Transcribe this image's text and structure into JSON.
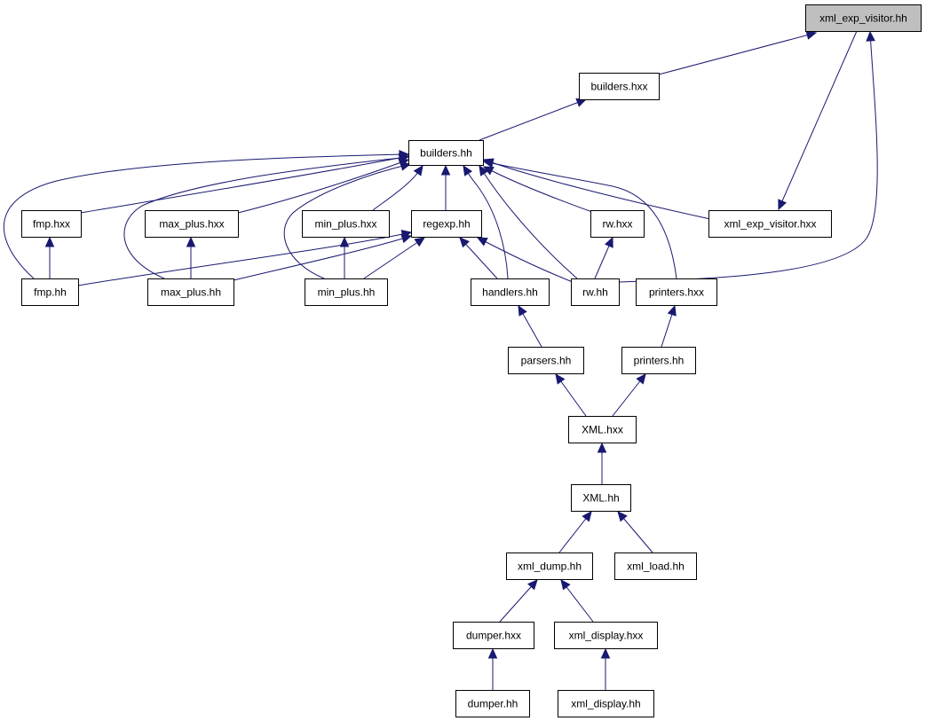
{
  "diagram": {
    "nodes": [
      {
        "id": "xml_exp_visitor_hh",
        "label": "xml_exp_visitor.hh",
        "root": true
      },
      {
        "id": "builders_hxx",
        "label": "builders.hxx"
      },
      {
        "id": "builders_hh",
        "label": "builders.hh"
      },
      {
        "id": "fmp_hxx",
        "label": "fmp.hxx"
      },
      {
        "id": "max_plus_hxx",
        "label": "max_plus.hxx"
      },
      {
        "id": "min_plus_hxx",
        "label": "min_plus.hxx"
      },
      {
        "id": "regexp_hh",
        "label": "regexp.hh"
      },
      {
        "id": "rw_hxx",
        "label": "rw.hxx"
      },
      {
        "id": "xml_exp_visitor_hxx",
        "label": "xml_exp_visitor.hxx"
      },
      {
        "id": "fmp_hh",
        "label": "fmp.hh"
      },
      {
        "id": "max_plus_hh",
        "label": "max_plus.hh"
      },
      {
        "id": "min_plus_hh",
        "label": "min_plus.hh"
      },
      {
        "id": "handlers_hh",
        "label": "handlers.hh"
      },
      {
        "id": "rw_hh",
        "label": "rw.hh"
      },
      {
        "id": "printers_hxx",
        "label": "printers.hxx"
      },
      {
        "id": "parsers_hh",
        "label": "parsers.hh"
      },
      {
        "id": "printers_hh",
        "label": "printers.hh"
      },
      {
        "id": "XML_hxx",
        "label": "XML.hxx"
      },
      {
        "id": "XML_hh",
        "label": "XML.hh"
      },
      {
        "id": "xml_dump_hh",
        "label": "xml_dump.hh"
      },
      {
        "id": "xml_load_hh",
        "label": "xml_load.hh"
      },
      {
        "id": "dumper_hxx",
        "label": "dumper.hxx"
      },
      {
        "id": "xml_display_hxx",
        "label": "xml_display.hxx"
      },
      {
        "id": "dumper_hh",
        "label": "dumper.hh"
      },
      {
        "id": "xml_display_hh",
        "label": "xml_display.hh"
      }
    ],
    "edges": [
      {
        "from": "builders_hxx",
        "to": "xml_exp_visitor_hh"
      },
      {
        "from": "xml_exp_visitor_hh",
        "to": "xml_exp_visitor_hxx"
      },
      {
        "from": "rw_hh",
        "to": "xml_exp_visitor_hh"
      },
      {
        "from": "builders_hh",
        "to": "builders_hxx"
      },
      {
        "from": "fmp_hxx",
        "to": "builders_hh"
      },
      {
        "from": "max_plus_hxx",
        "to": "builders_hh"
      },
      {
        "from": "min_plus_hxx",
        "to": "builders_hh"
      },
      {
        "from": "regexp_hh",
        "to": "builders_hh"
      },
      {
        "from": "rw_hxx",
        "to": "builders_hh"
      },
      {
        "from": "xml_exp_visitor_hxx",
        "to": "builders_hh"
      },
      {
        "from": "fmp_hh",
        "to": "builders_hh"
      },
      {
        "from": "max_plus_hh",
        "to": "builders_hh"
      },
      {
        "from": "min_plus_hh",
        "to": "builders_hh"
      },
      {
        "from": "handlers_hh",
        "to": "builders_hh"
      },
      {
        "from": "rw_hh",
        "to": "builders_hh"
      },
      {
        "from": "printers_hxx",
        "to": "builders_hh"
      },
      {
        "from": "fmp_hh",
        "to": "fmp_hxx"
      },
      {
        "from": "max_plus_hh",
        "to": "max_plus_hxx"
      },
      {
        "from": "min_plus_hh",
        "to": "min_plus_hxx"
      },
      {
        "from": "fmp_hh",
        "to": "regexp_hh"
      },
      {
        "from": "max_plus_hh",
        "to": "regexp_hh"
      },
      {
        "from": "min_plus_hh",
        "to": "regexp_hh"
      },
      {
        "from": "handlers_hh",
        "to": "regexp_hh"
      },
      {
        "from": "rw_hh",
        "to": "regexp_hh"
      },
      {
        "from": "rw_hh",
        "to": "rw_hxx"
      },
      {
        "from": "parsers_hh",
        "to": "handlers_hh"
      },
      {
        "from": "printers_hh",
        "to": "printers_hxx"
      },
      {
        "from": "XML_hxx",
        "to": "parsers_hh"
      },
      {
        "from": "XML_hxx",
        "to": "printers_hh"
      },
      {
        "from": "XML_hh",
        "to": "XML_hxx"
      },
      {
        "from": "xml_dump_hh",
        "to": "XML_hh"
      },
      {
        "from": "xml_load_hh",
        "to": "XML_hh"
      },
      {
        "from": "dumper_hxx",
        "to": "xml_dump_hh"
      },
      {
        "from": "xml_display_hxx",
        "to": "xml_dump_hh"
      },
      {
        "from": "dumper_hh",
        "to": "dumper_hxx"
      },
      {
        "from": "xml_display_hh",
        "to": "xml_display_hxx"
      }
    ],
    "colors": {
      "edge": "#191970",
      "node_border": "#000000",
      "node_fill": "#ffffff",
      "root_fill": "#bfbfbf"
    }
  }
}
